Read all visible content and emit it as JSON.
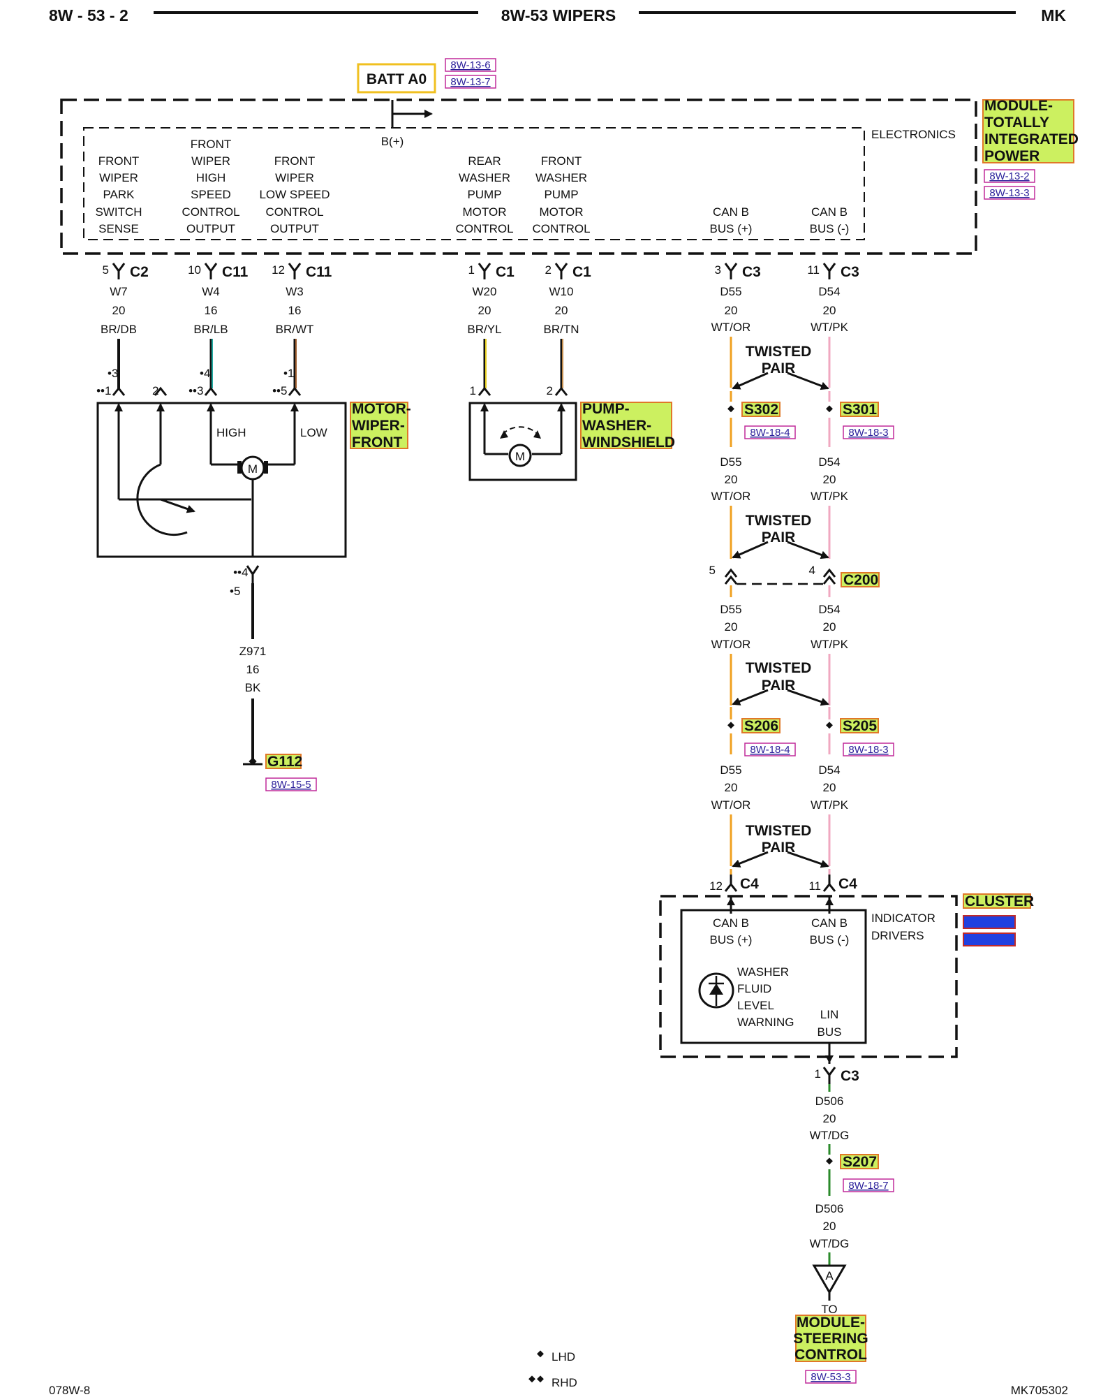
{
  "header": {
    "left": "8W - 53 - 2",
    "center": "8W-53 WIPERS",
    "right": "MK"
  },
  "footer": {
    "left": "078W-8",
    "right": "MK705302",
    "legend_lhd": "LHD",
    "legend_rhd": "RHD"
  },
  "colors": {
    "label_fill": "#ccf060",
    "label_border": "#e07828",
    "ref_border": "#c02a9a",
    "batt_border": "#f0c020",
    "wire_orange": "#f0a020",
    "wire_pink": "#f0a8c0",
    "wire_green": "#2a8a2a",
    "wire_teal": "#20a8a0",
    "wire_yellow": "#e8d020",
    "wire_brown": "#a06030",
    "cluster_blue": "#2040e0"
  },
  "batt": {
    "label": "BATT A0",
    "refs": [
      "8W-13-6",
      "8W-13-7"
    ],
    "bplus": "B(+)"
  },
  "tipm": {
    "name_lines": [
      "MODULE-",
      "TOTALLY",
      "INTEGRATED",
      "POWER"
    ],
    "refs": [
      "8W-13-2",
      "8W-13-3"
    ],
    "electronics": "ELECTRONICS",
    "functions": [
      {
        "lines": [
          "FRONT",
          "WIPER",
          "PARK",
          "SWITCH",
          "SENSE"
        ],
        "pin": "5",
        "conn": "C2",
        "circuit": "W7",
        "gauge": "20",
        "color": "BR/DB"
      },
      {
        "lines": [
          "FRONT",
          "WIPER",
          "HIGH",
          "SPEED",
          "CONTROL",
          "OUTPUT"
        ],
        "pin": "10",
        "conn": "C11",
        "circuit": "W4",
        "gauge": "16",
        "color": "BR/LB"
      },
      {
        "lines": [
          "FRONT",
          "WIPER",
          "LOW SPEED",
          "CONTROL",
          "OUTPUT"
        ],
        "pin": "12",
        "conn": "C11",
        "circuit": "W3",
        "gauge": "16",
        "color": "BR/WT"
      },
      {
        "lines": [
          "REAR",
          "WASHER",
          "PUMP",
          "MOTOR",
          "CONTROL"
        ],
        "pin": "1",
        "conn": "C1",
        "circuit": "W20",
        "gauge": "20",
        "color": "BR/YL"
      },
      {
        "lines": [
          "FRONT",
          "WASHER",
          "PUMP",
          "MOTOR",
          "CONTROL"
        ],
        "pin": "2",
        "conn": "C1",
        "circuit": "W10",
        "gauge": "20",
        "color": "BR/TN"
      },
      {
        "lines": [
          "CAN B",
          "BUS (+)"
        ],
        "pin": "3",
        "conn": "C3",
        "circuit": "D55",
        "gauge": "20",
        "color": "WT/OR"
      },
      {
        "lines": [
          "CAN B",
          "BUS (-)"
        ],
        "pin": "11",
        "conn": "C3",
        "circuit": "D54",
        "gauge": "20",
        "color": "WT/PK"
      }
    ]
  },
  "motor": {
    "name_lines": [
      "MOTOR-",
      "WIPER-",
      "FRONT"
    ],
    "high": "HIGH",
    "low": "LOW",
    "m": "M",
    "pins_top": [
      {
        "dots": "•",
        "num": "3"
      },
      {
        "dots": "••",
        "num": "1"
      },
      {
        "dots": "",
        "num": "2"
      },
      {
        "dots": "•",
        "num": "4"
      },
      {
        "dots": "••",
        "num": "3"
      },
      {
        "dots": "•",
        "num": "1"
      },
      {
        "dots": "••",
        "num": "5"
      }
    ],
    "ground_pins": [
      {
        "dots": "••",
        "num": "4"
      },
      {
        "dots": "•",
        "num": "5"
      }
    ],
    "ground_wire": {
      "circuit": "Z971",
      "gauge": "16",
      "color": "BK"
    },
    "ground": {
      "label": "G112",
      "ref": "8W-15-5"
    }
  },
  "pump": {
    "name_lines": [
      "PUMP-",
      "WASHER-",
      "WINDSHIELD"
    ],
    "pin_a": "1",
    "pin_b": "2",
    "m": "M"
  },
  "twisted_pair": [
    "TWISTED",
    "PAIR"
  ],
  "splices": [
    {
      "left": "S302",
      "left_ref": "8W-18-4",
      "right": "S301",
      "right_ref": "8W-18-3"
    },
    {
      "left": "S206",
      "left_ref": "8W-18-4",
      "right": "S205",
      "right_ref": "8W-18-3"
    }
  ],
  "can_segments": [
    {
      "left": {
        "circuit": "D55",
        "gauge": "20",
        "color": "WT/OR"
      },
      "right": {
        "circuit": "D54",
        "gauge": "20",
        "color": "WT/PK"
      }
    },
    {
      "left": {
        "circuit": "D55",
        "gauge": "20",
        "color": "WT/OR"
      },
      "right": {
        "circuit": "D54",
        "gauge": "20",
        "color": "WT/PK"
      }
    },
    {
      "left": {
        "circuit": "D55",
        "gauge": "20",
        "color": "WT/OR"
      },
      "right": {
        "circuit": "D54",
        "gauge": "20",
        "color": "WT/PK"
      }
    }
  ],
  "c200": {
    "label": "C200",
    "pin_left": "5",
    "pin_right": "4"
  },
  "cluster": {
    "name": "CLUSTER",
    "indicator": [
      "INDICATOR",
      "DRIVERS"
    ],
    "canp": [
      "CAN B",
      "BUS (+)"
    ],
    "cann": [
      "CAN B",
      "BUS (-)"
    ],
    "washer": [
      "WASHER",
      "FLUID",
      "LEVEL",
      "WARNING"
    ],
    "lin": [
      "LIN",
      "BUS"
    ],
    "c4_left": {
      "pin": "12",
      "conn": "C4"
    },
    "c4_right": {
      "pin": "11",
      "conn": "C4"
    },
    "c3": {
      "pin": "1",
      "conn": "C3"
    }
  },
  "lin_wire": [
    {
      "circuit": "D506",
      "gauge": "20",
      "color": "WT/DG"
    },
    {
      "circuit": "D506",
      "gauge": "20",
      "color": "WT/DG"
    }
  ],
  "s207": {
    "label": "S207",
    "ref": "8W-18-7"
  },
  "destination": {
    "to": "TO",
    "name_lines": [
      "MODULE-",
      "STEERING",
      "CONTROL"
    ],
    "ref": "8W-53-3",
    "arrow_letter": "A"
  }
}
